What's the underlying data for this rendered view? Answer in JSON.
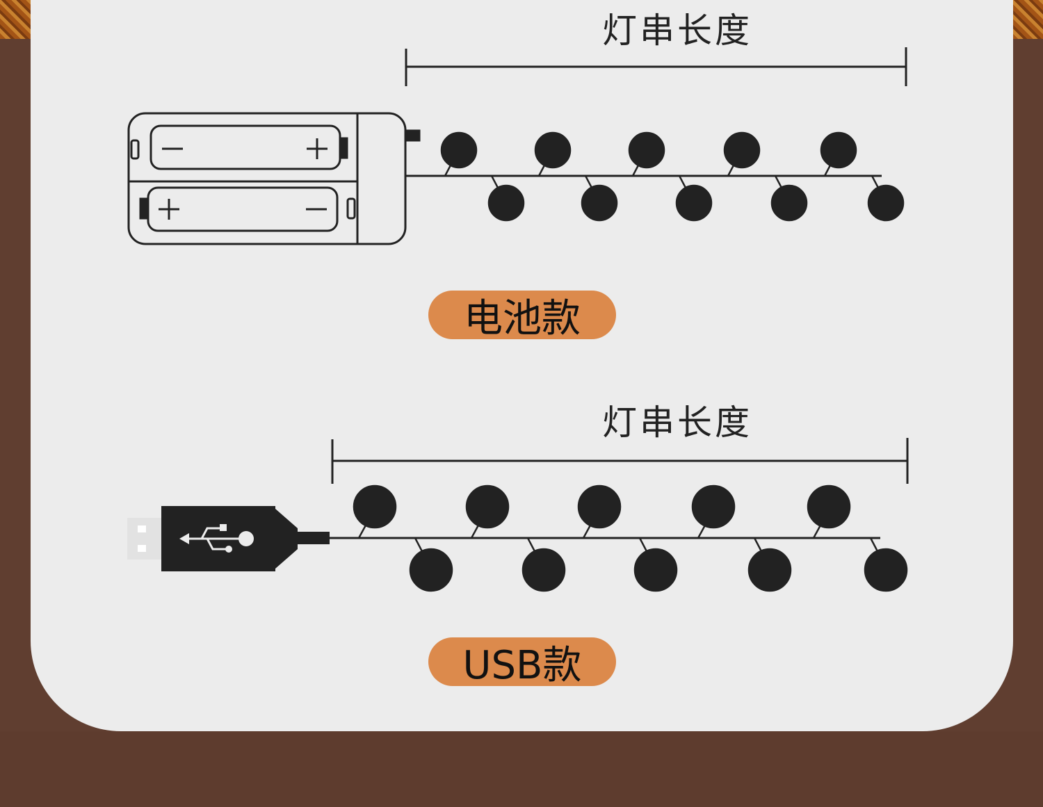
{
  "battery_section": {
    "length_label": "灯串长度",
    "badge_label": "电池款",
    "battery_signs": {
      "top_left": "−",
      "top_right": "+",
      "bottom_left": "+",
      "bottom_right": "−"
    }
  },
  "usb_section": {
    "length_label": "灯串长度",
    "badge_label": "USB款"
  },
  "colors": {
    "background": "#603e30",
    "card": "#ececec",
    "badge": "#dc8a4c",
    "ink": "#222222"
  },
  "icons": [
    "battery-box-icon",
    "usb-plug-icon",
    "usb-symbol-icon",
    "light-bulb-icon"
  ]
}
